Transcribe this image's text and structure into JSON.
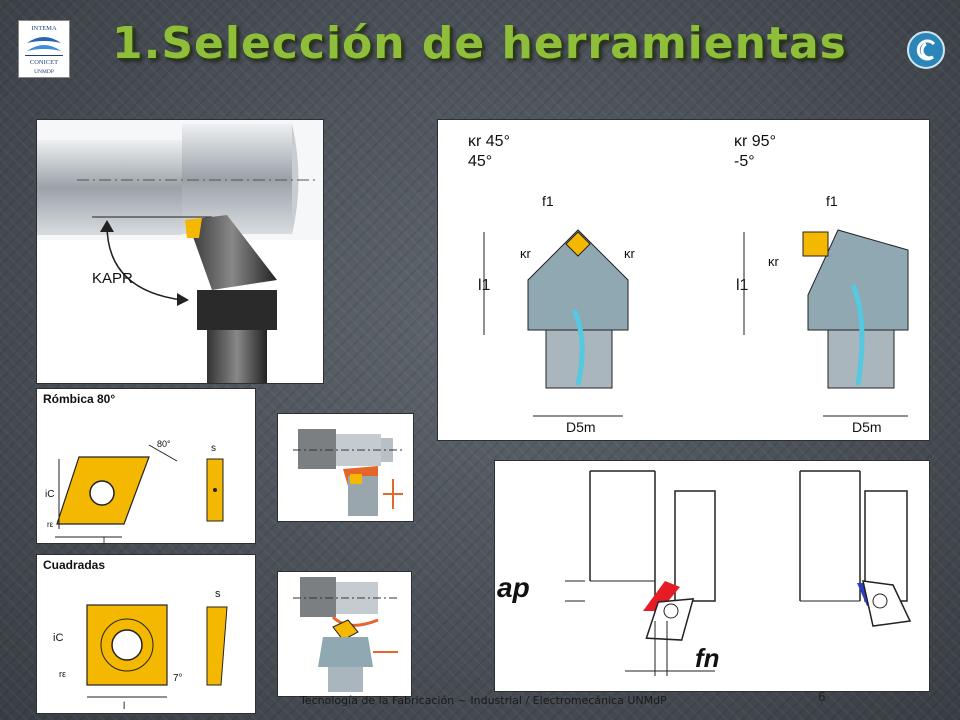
{
  "slide": {
    "title": "1.Selección de herramientas",
    "footer": "Tecnología de la Fabricación ~ Industrial / Electromecánica UNMdP",
    "page_number": "6"
  },
  "logo": {
    "line1": "INTEMA",
    "line2": "CONICET",
    "line3": "UNMDP"
  },
  "kapr_figure": {
    "label": "KAPR"
  },
  "insert_rhombic": {
    "title": "Rómbica 80°",
    "angle": "80°",
    "dim_s": "s",
    "dim_ic": "iC",
    "dim_r": "rε",
    "dim_l": "l"
  },
  "insert_square": {
    "title": "Cuadradas",
    "angle": "7°",
    "dim_s": "s",
    "dim_ic": "iC",
    "dim_r": "rε",
    "dim_l": "l"
  },
  "holder_figure": {
    "left_kr": "κr 45°",
    "left_angle": "45°",
    "right_kr": "κr 95°",
    "right_angle": "-5°",
    "f1": "f1",
    "l1": "l1",
    "kr": "κr",
    "d5m": "D5m"
  },
  "depth_figure": {
    "ap": "ap",
    "fn": "fn"
  },
  "colors": {
    "title": "#8fbf3a",
    "insert": "#f5b800",
    "holder": "#8fa8b2",
    "coolant": "#56c8e0"
  }
}
